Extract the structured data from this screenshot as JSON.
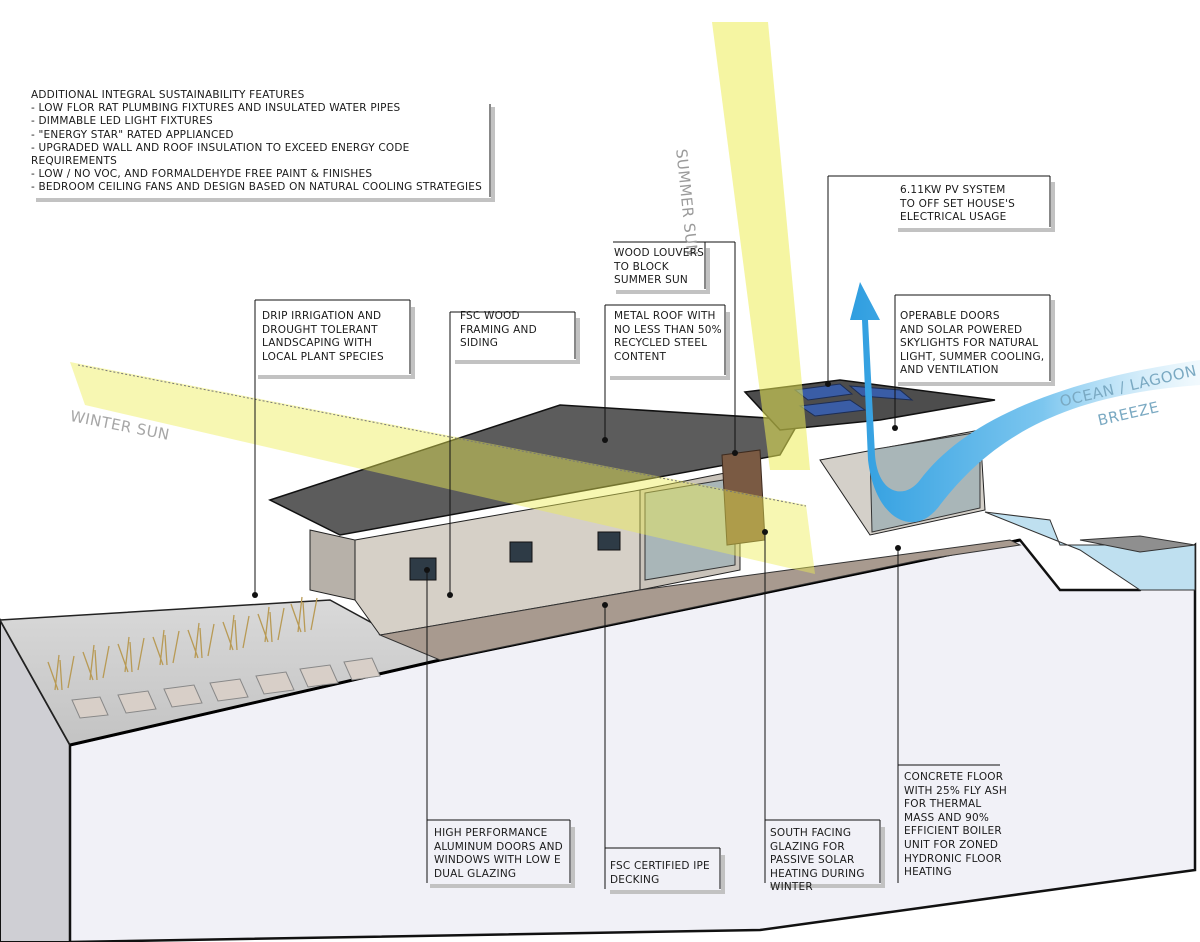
{
  "features": {
    "heading": "ADDITIONAL INTEGRAL SUSTAINABILITY FEATURES",
    "lines": [
      "- LOW FLOR RAT PLUMBING FIXTURES AND INSULATED WATER PIPES",
      "- DIMMABLE LED LIGHT FIXTURES",
      "- \"ENERGY STAR\" RATED APPLIANCED",
      "- UPGRADED WALL AND ROOF INSULATION TO EXCEED ENERGY CODE",
      "REQUIREMENTS",
      "- LOW / NO VOC, AND FORMALDEHYDE FREE PAINT & FINISHES",
      "- BEDROOM CEILING FANS AND DESIGN BASED ON NATURAL COOLING STRATEGIES"
    ]
  },
  "tags": {
    "summer_sun": "SUMMER SUN",
    "winter_sun": "WINTER SUN",
    "breeze_1": "OCEAN / LAGOON",
    "breeze_2": "BREEZE"
  },
  "callouts": {
    "pv": [
      "6.11kW PV SYSTEM",
      "TO OFF SET HOUSE'S",
      "ELECTRICAL USAGE"
    ],
    "louvers": [
      "WOOD LOUVERS",
      "TO BLOCK",
      "SUMMER SUN"
    ],
    "drip": [
      "DRIP IRRIGATION AND",
      "DROUGHT TOLERANT",
      "LANDSCAPING WITH",
      "LOCAL PLANT SPECIES"
    ],
    "fsc_wood": [
      "FSC WOOD",
      "FRAMING AND",
      "SIDING"
    ],
    "metal_roof": [
      "METAL ROOF WITH",
      "NO LESS THAN 50%",
      "RECYCLED STEEL",
      "CONTENT"
    ],
    "operable": [
      "OPERABLE DOORS",
      "AND SOLAR POWERED",
      "SKYLIGHTS FOR NATURAL",
      "LIGHT, SUMMER COOLING,",
      "AND VENTILATION"
    ],
    "concrete": [
      "CONCRETE FLOOR",
      "WITH 25% FLY ASH",
      "FOR THERMAL",
      "MASS AND 90%",
      "EFFICIENT BOILER",
      "UNIT FOR ZONED",
      "HYDRONIC FLOOR",
      "HEATING"
    ],
    "aluminum": [
      "HIGH PERFORMANCE",
      "ALUMINUM DOORS AND",
      "WINDOWS WITH LOW E",
      "DUAL GLAZING"
    ],
    "ipe": [
      "FSC CERTIFIED IPE",
      "DECKING"
    ],
    "south": [
      "SOUTH FACING",
      "GLAZING FOR",
      "PASSIVE SOLAR",
      "HEATING DURING",
      "WINTER"
    ]
  }
}
